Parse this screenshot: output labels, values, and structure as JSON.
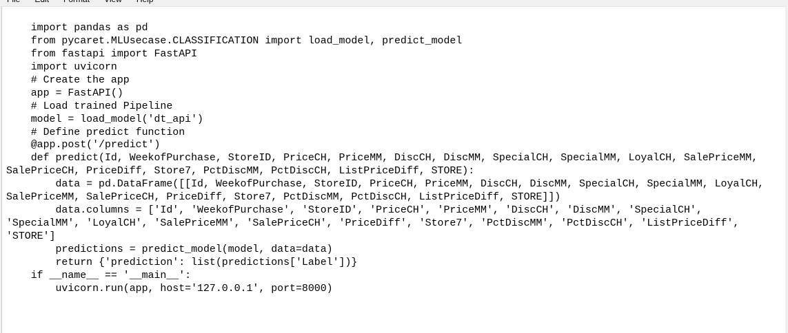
{
  "menu": [
    "File",
    "Edit",
    "Format",
    "View",
    "Help"
  ],
  "lines": [
    "    import pandas as pd",
    "    from pycaret.MLUsecase.CLASSIFICATION import load_model, predict_model",
    "    from fastapi import FastAPI",
    "    import uvicorn",
    "    # Create the app",
    "    app = FastAPI()",
    "    # Load trained Pipeline",
    "    model = load_model('dt_api')",
    "    # Define predict function",
    "    @app.post('/predict')",
    "    def predict(Id, WeekofPurchase, StoreID, PriceCH, PriceMM, DiscCH, DiscMM, SpecialCH, SpecialMM, LoyalCH, SalePriceMM,",
    "SalePriceCH, PriceDiff, Store7, PctDiscMM, PctDiscCH, ListPriceDiff, STORE):",
    "        data = pd.DataFrame([[Id, WeekofPurchase, StoreID, PriceCH, PriceMM, DiscCH, DiscMM, SpecialCH, SpecialMM, LoyalCH,",
    "SalePriceMM, SalePriceCH, PriceDiff, Store7, PctDiscMM, PctDiscCH, ListPriceDiff, STORE]])",
    "        data.columns = ['Id', 'WeekofPurchase', 'StoreID', 'PriceCH', 'PriceMM', 'DiscCH', 'DiscMM', 'SpecialCH',",
    "'SpecialMM', 'LoyalCH', 'SalePriceMM', 'SalePriceCH', 'PriceDiff', 'Store7', 'PctDiscMM', 'PctDiscCH', 'ListPriceDiff',",
    "'STORE']",
    "        predictions = predict_model(model, data=data)",
    "        return {'prediction': list(predictions['Label'])}",
    "    if __name__ == '__main__':",
    "        uvicorn.run(app, host='127.0.0.1', port=8000)"
  ]
}
